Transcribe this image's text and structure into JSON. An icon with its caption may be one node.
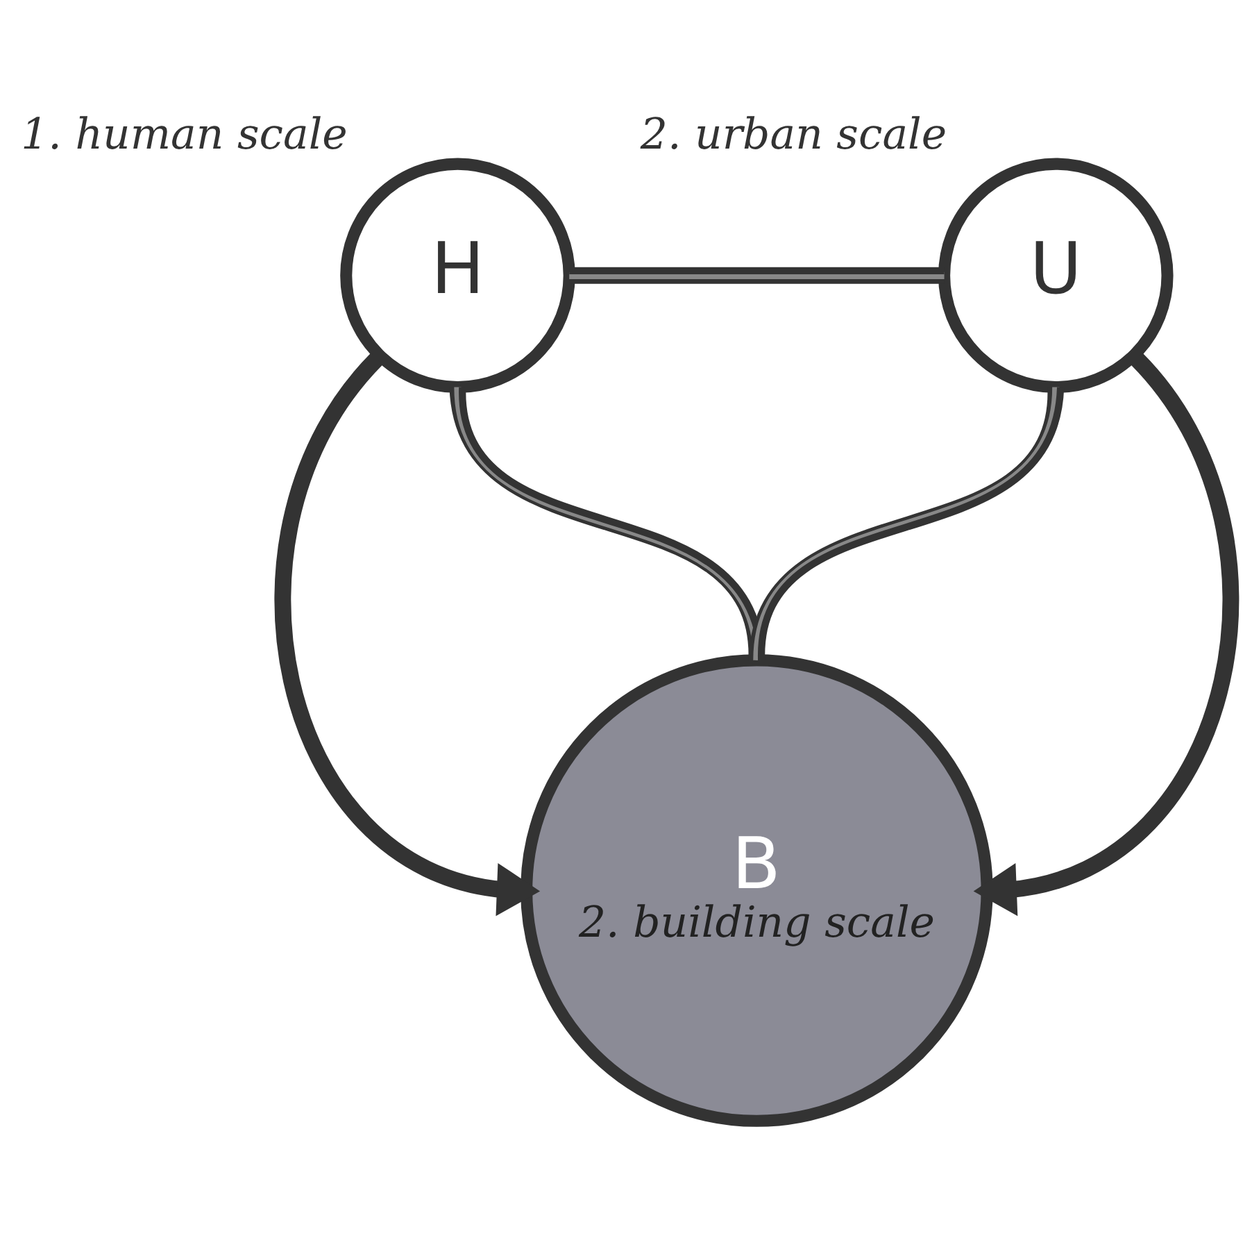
{
  "diagram": {
    "nodes": [
      {
        "text": [
          "1. human scale",
          "H"
        ]
      },
      {
        "text": [
          "2. urban scale",
          "U"
        ]
      },
      {
        "text": [
          "B",
          "2. building scale"
        ]
      }
    ],
    "edges": [
      {
        "from": 0,
        "to": 1,
        "arrow": "none"
      },
      {
        "from": 0,
        "to": 2,
        "arrow": "none"
      },
      {
        "from": 1,
        "to": 2,
        "arrow": "none"
      },
      {
        "from": 0,
        "to": 2,
        "arrow": "to",
        "style": "thick"
      },
      {
        "from": 1,
        "to": 2,
        "arrow": "to",
        "style": "thick"
      }
    ]
  }
}
